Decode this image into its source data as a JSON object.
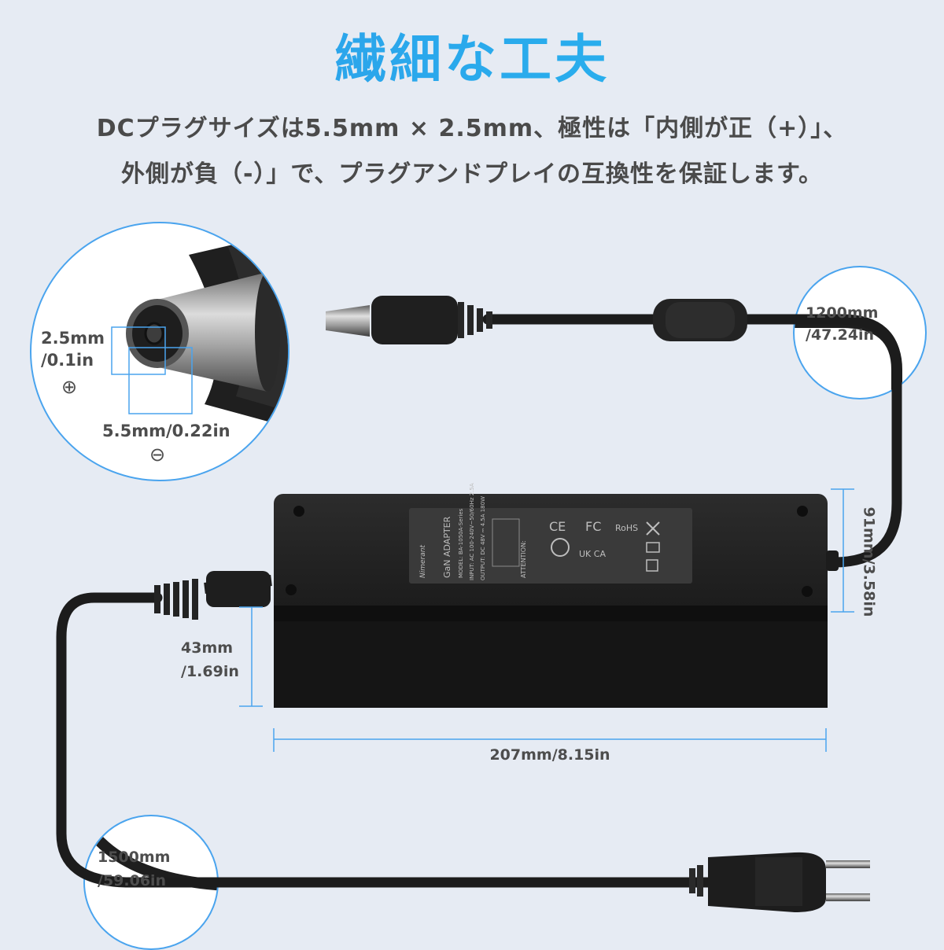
{
  "title": "繊細な工夫",
  "description": {
    "line1": "DCプラグサイズは5.5mm × 2.5mm、極性は「内側が正（+）」、",
    "line2": "外側が負（-）」で、プラグアンドプレイの互換性を保証します。"
  },
  "plug_callout": {
    "inner_size_line1": "2.5mm",
    "inner_size_line2": "/0.1in",
    "plus_symbol": "⊕",
    "outer_size": "5.5mm/0.22in",
    "minus_symbol": "⊖"
  },
  "dc_cable_length": {
    "line1": "1200mm",
    "line2": "/47.24in"
  },
  "ac_cable_length": {
    "line1": "1500mm",
    "line2": "/59.06in"
  },
  "adapter_height": "91mm/3.58in",
  "adapter_depth": {
    "line1": "43mm",
    "line2": "/1.69in"
  },
  "adapter_width": "207mm/8.15in",
  "label": {
    "brand": "Nimerant",
    "product": "GaN ADAPTER",
    "model": "MODEL: BA-1050A-Series",
    "input": "INPUT: AC 100-240V~50/60Hz 2.5A",
    "output": "OUTPUT: DC 48V ⎓ 4.5A 180W",
    "attention": "ATTENTION:",
    "cert_1": "CE",
    "cert_2": "FC",
    "cert_3": "UK CA",
    "cert_4": "RoHS"
  },
  "colors": {
    "accent": "#2f9be8",
    "background": "#e6ebf3",
    "circle_border": "#4aa4ee",
    "text": "#4a4a4a"
  }
}
